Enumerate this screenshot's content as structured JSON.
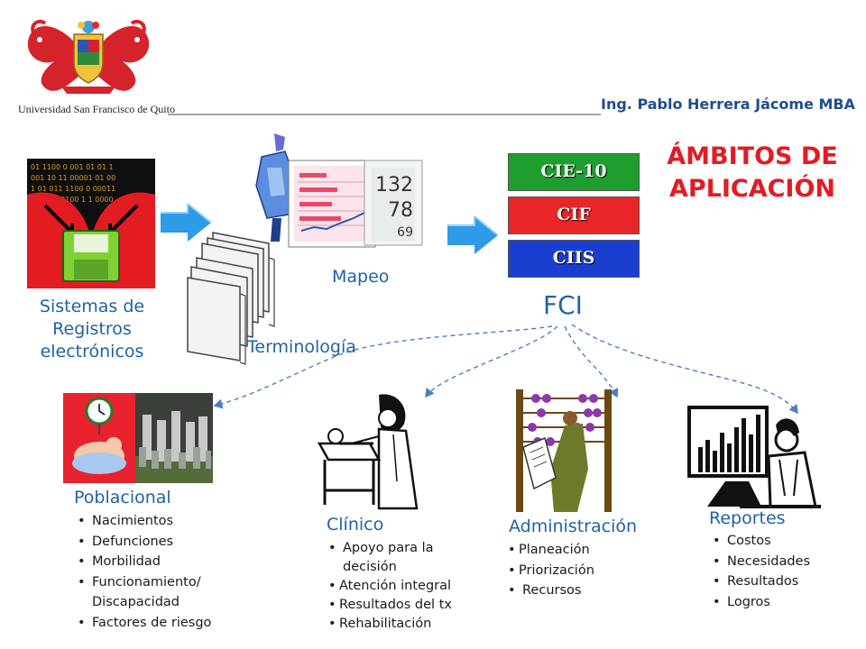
{
  "header": {
    "university": "Universidad San Francisco de Quito",
    "presenter": "Ing. Pablo Herrera Jácome MBA"
  },
  "title": {
    "line1": "ÁMBITOS DE",
    "line2": "APLICACIÓN"
  },
  "classifications": {
    "items": [
      {
        "label": "CIE-10",
        "color": "#1e9e2e"
      },
      {
        "label": "CIF",
        "color": "#e8262a"
      },
      {
        "label": "CIIS",
        "color": "#1a3fd0"
      }
    ],
    "group_label": "FCI"
  },
  "flow": {
    "systems_label": [
      "Sistemas de",
      "Registros",
      "electrónicos"
    ],
    "mapping_label": "Mapeo",
    "terminology_label": "Terminología",
    "monitor_readings": [
      "132",
      "78",
      "69"
    ]
  },
  "domains": {
    "poblacional": {
      "title": "Poblacional",
      "items": [
        "Nacimientos",
        "Defunciones",
        "Morbilidad",
        "Funcionamiento/",
        "Discapacidad",
        "Factores de riesgo"
      ]
    },
    "clinico": {
      "title": "Clínico",
      "items": [
        "Apoyo para la",
        "decisión",
        "Atención integral",
        "Resultados del tx",
        "Rehabilitación"
      ]
    },
    "administracion": {
      "title": "Administración",
      "items": [
        "Planeación",
        "Priorización",
        "Recursos"
      ]
    },
    "reportes": {
      "title": "Reportes",
      "items": [
        "Costos",
        "Necesidades",
        "Resultados",
        "Logros"
      ]
    }
  },
  "colors": {
    "title_red": "#e31b23",
    "label_blue": "#1f62a8",
    "arrow_blue": "#2e9be6",
    "dashed_blue": "#4a7fc1",
    "header_line": "#a3a3a3"
  }
}
